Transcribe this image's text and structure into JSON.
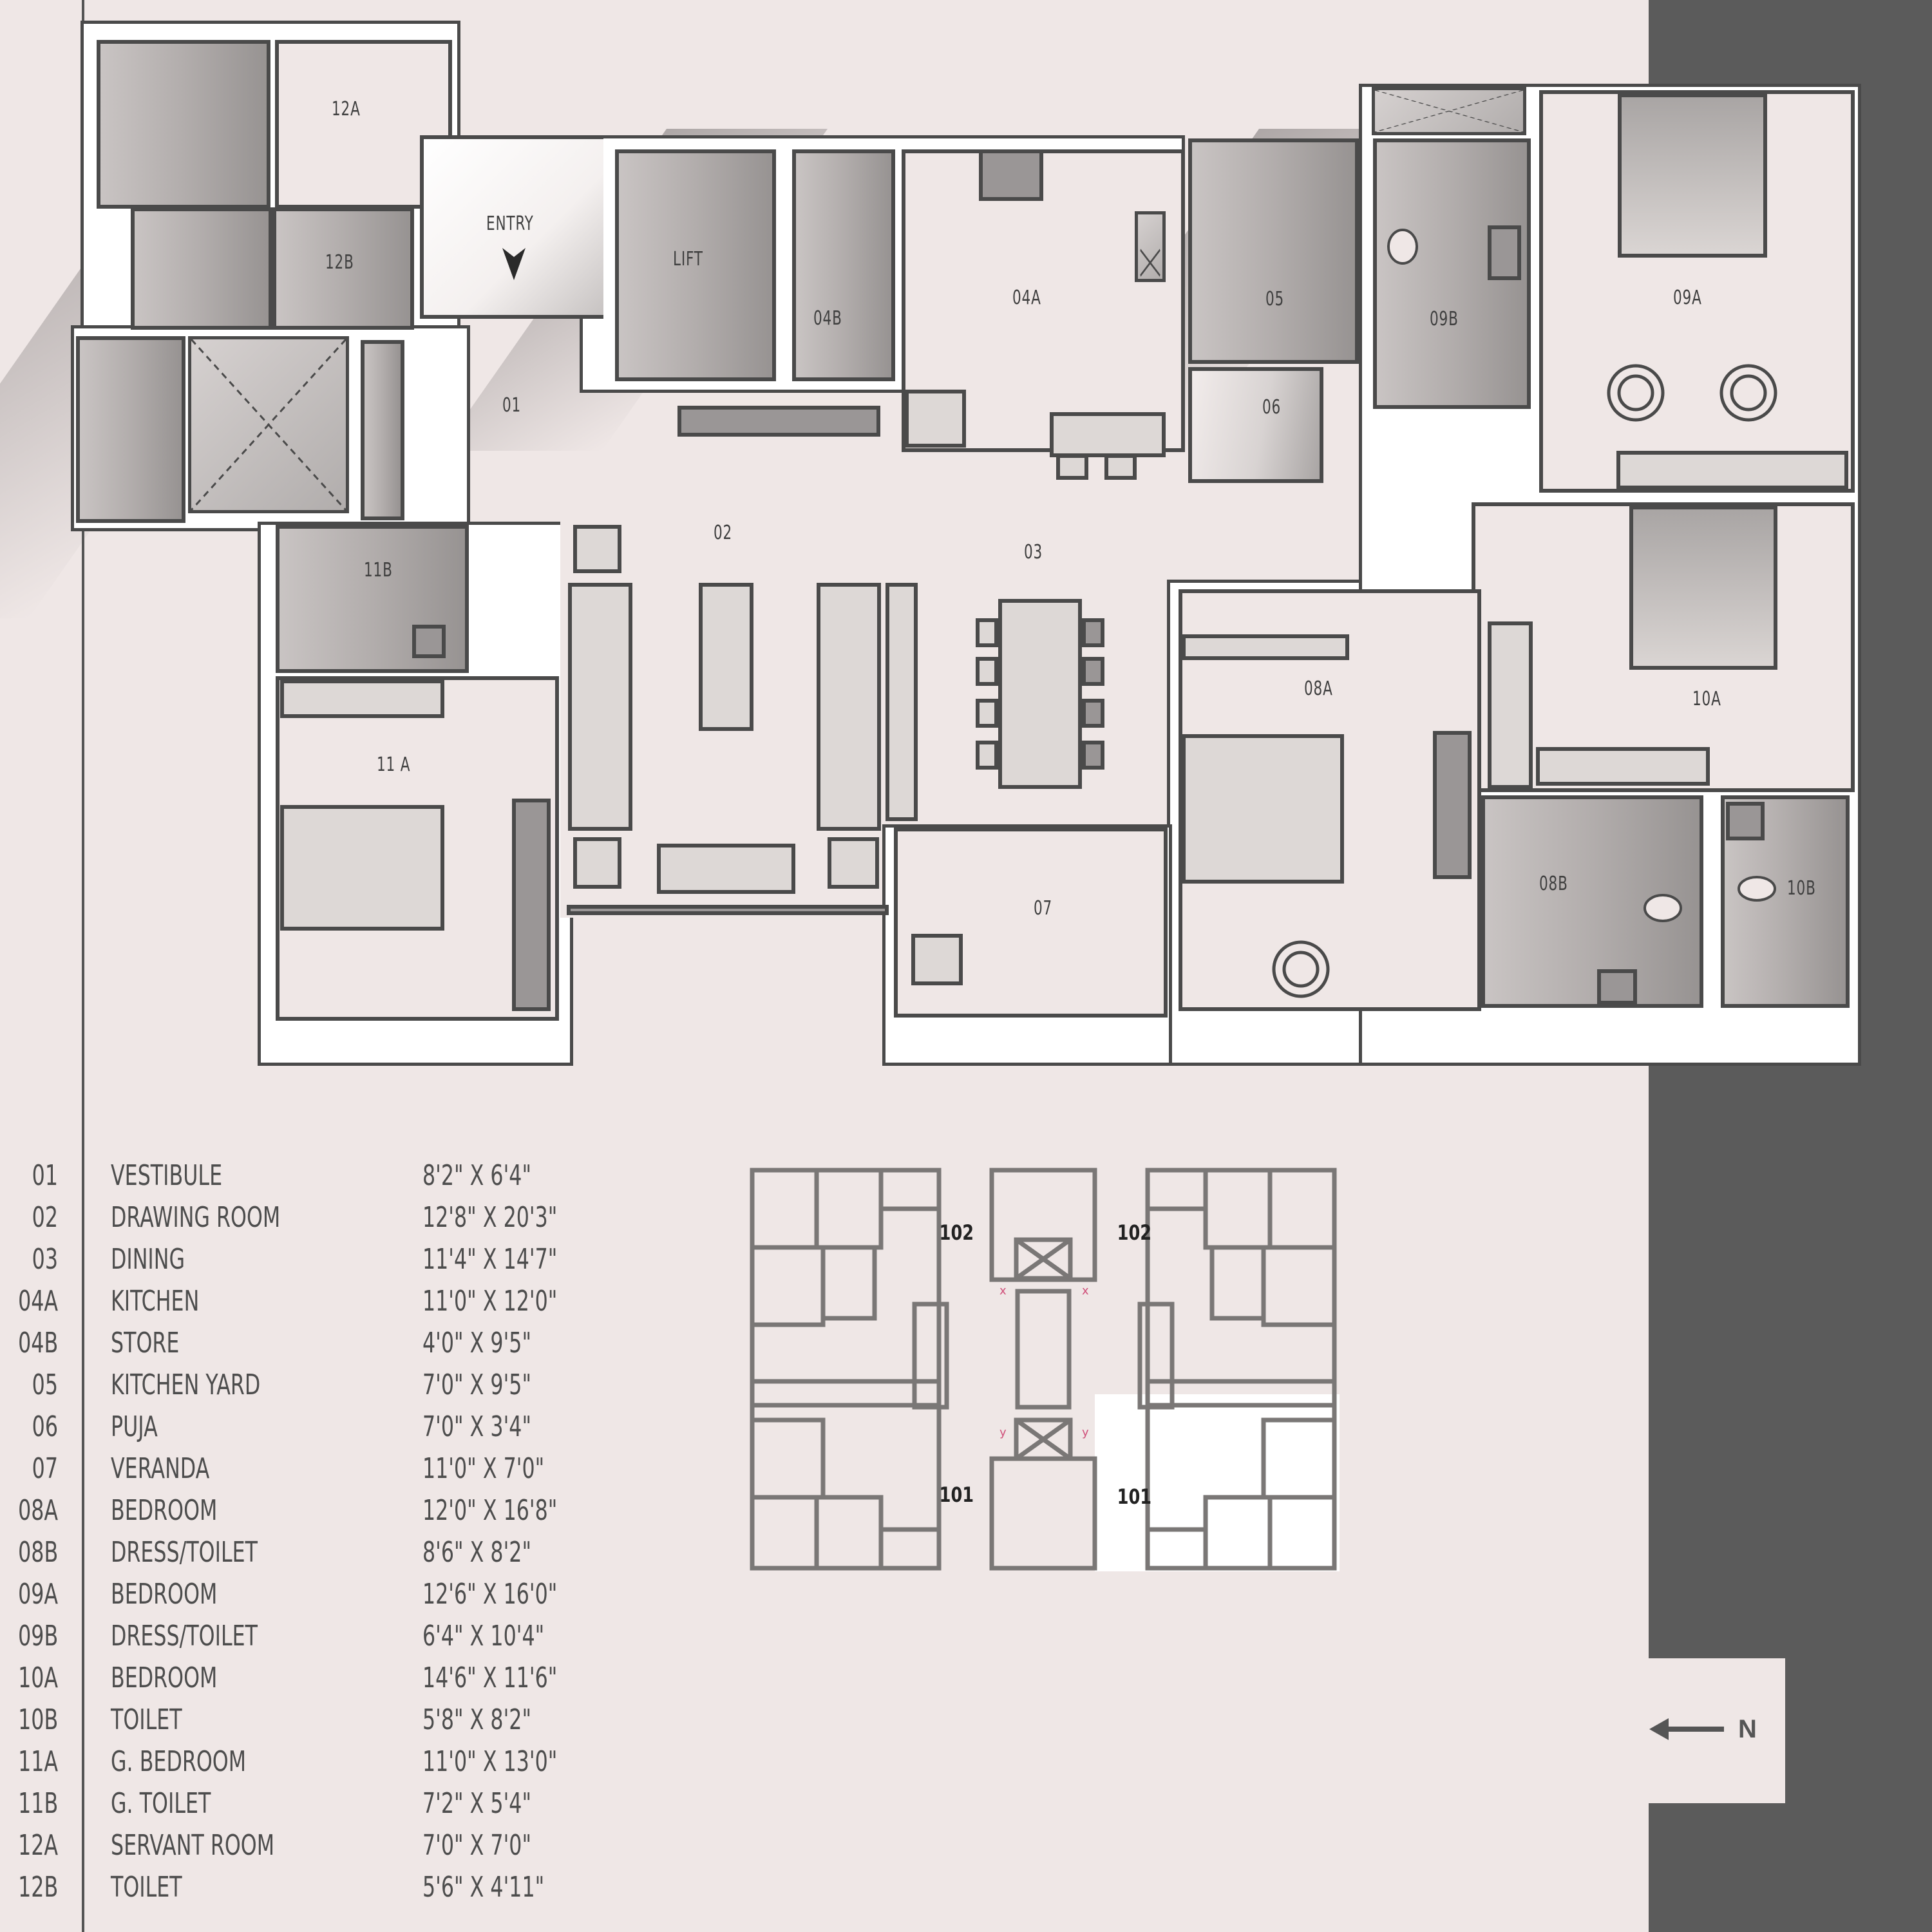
{
  "plan": {
    "entry_label": "ENTRY",
    "room_labels": {
      "r12a": "12A",
      "r12b": "12B",
      "r01": "01",
      "lift": "LIFT",
      "r04b": "04B",
      "r04a": "04A",
      "r05": "05",
      "r06": "06",
      "r09b": "09B",
      "r09a": "09A",
      "r02": "02",
      "r03": "03",
      "r11b": "11B",
      "r11a": "11 A",
      "r08a": "08A",
      "r10a": "10A",
      "r07": "07",
      "r08b": "08B",
      "r10b": "10B"
    }
  },
  "legend": {
    "rows": [
      {
        "code": "01",
        "name": "VESTIBULE",
        "dim": "8'2\" X 6'4\""
      },
      {
        "code": "02",
        "name": "DRAWING ROOM",
        "dim": "12'8\" X 20'3\""
      },
      {
        "code": "03",
        "name": "DINING",
        "dim": "11'4\" X 14'7\""
      },
      {
        "code": "04A",
        "name": "KITCHEN",
        "dim": "11'0\" X 12'0\""
      },
      {
        "code": "04B",
        "name": "STORE",
        "dim": "4'0\" X 9'5\""
      },
      {
        "code": "05",
        "name": "KITCHEN YARD",
        "dim": "7'0\" X 9'5\""
      },
      {
        "code": "06",
        "name": "PUJA",
        "dim": "7'0\" X 3'4\""
      },
      {
        "code": "07",
        "name": "VERANDA",
        "dim": "11'0\" X 7'0\""
      },
      {
        "code": "08A",
        "name": "BEDROOM",
        "dim": "12'0\" X 16'8\""
      },
      {
        "code": "08B",
        "name": "DRESS/TOILET",
        "dim": "8'6\" X 8'2\""
      },
      {
        "code": "09A",
        "name": "BEDROOM",
        "dim": "12'6\" X 16'0\""
      },
      {
        "code": "09B",
        "name": "DRESS/TOILET",
        "dim": "6'4\" X 10'4\""
      },
      {
        "code": "10A",
        "name": "BEDROOM",
        "dim": "14'6\" X 11'6\""
      },
      {
        "code": "10B",
        "name": "TOILET",
        "dim": "5'8\" X 8'2\""
      },
      {
        "code": "11A",
        "name": "G. BEDROOM",
        "dim": "11'0\" X 13'0\""
      },
      {
        "code": "11B",
        "name": "G. TOILET",
        "dim": "7'2\" X 5'4\""
      },
      {
        "code": "12A",
        "name": "SERVANT ROOM",
        "dim": "7'0\" X 7'0\""
      },
      {
        "code": "12B",
        "name": "TOILET",
        "dim": "5'6\" X 4'11\""
      }
    ]
  },
  "keyplan": {
    "units": [
      {
        "label": "102",
        "position": "top-left"
      },
      {
        "label": "102",
        "position": "top-right"
      },
      {
        "label": "101",
        "position": "bottom-left"
      },
      {
        "label": "101",
        "position": "bottom-right",
        "highlighted": true
      }
    ]
  },
  "north": {
    "label": "N",
    "icon": "arrow-left-icon"
  },
  "colors": {
    "background": "#efe7e6",
    "panel": "#5b5b5b",
    "wall_line": "#4a4a4a",
    "highlight_unit": "#ffffff",
    "keyplan_marker": "#d0507a"
  }
}
